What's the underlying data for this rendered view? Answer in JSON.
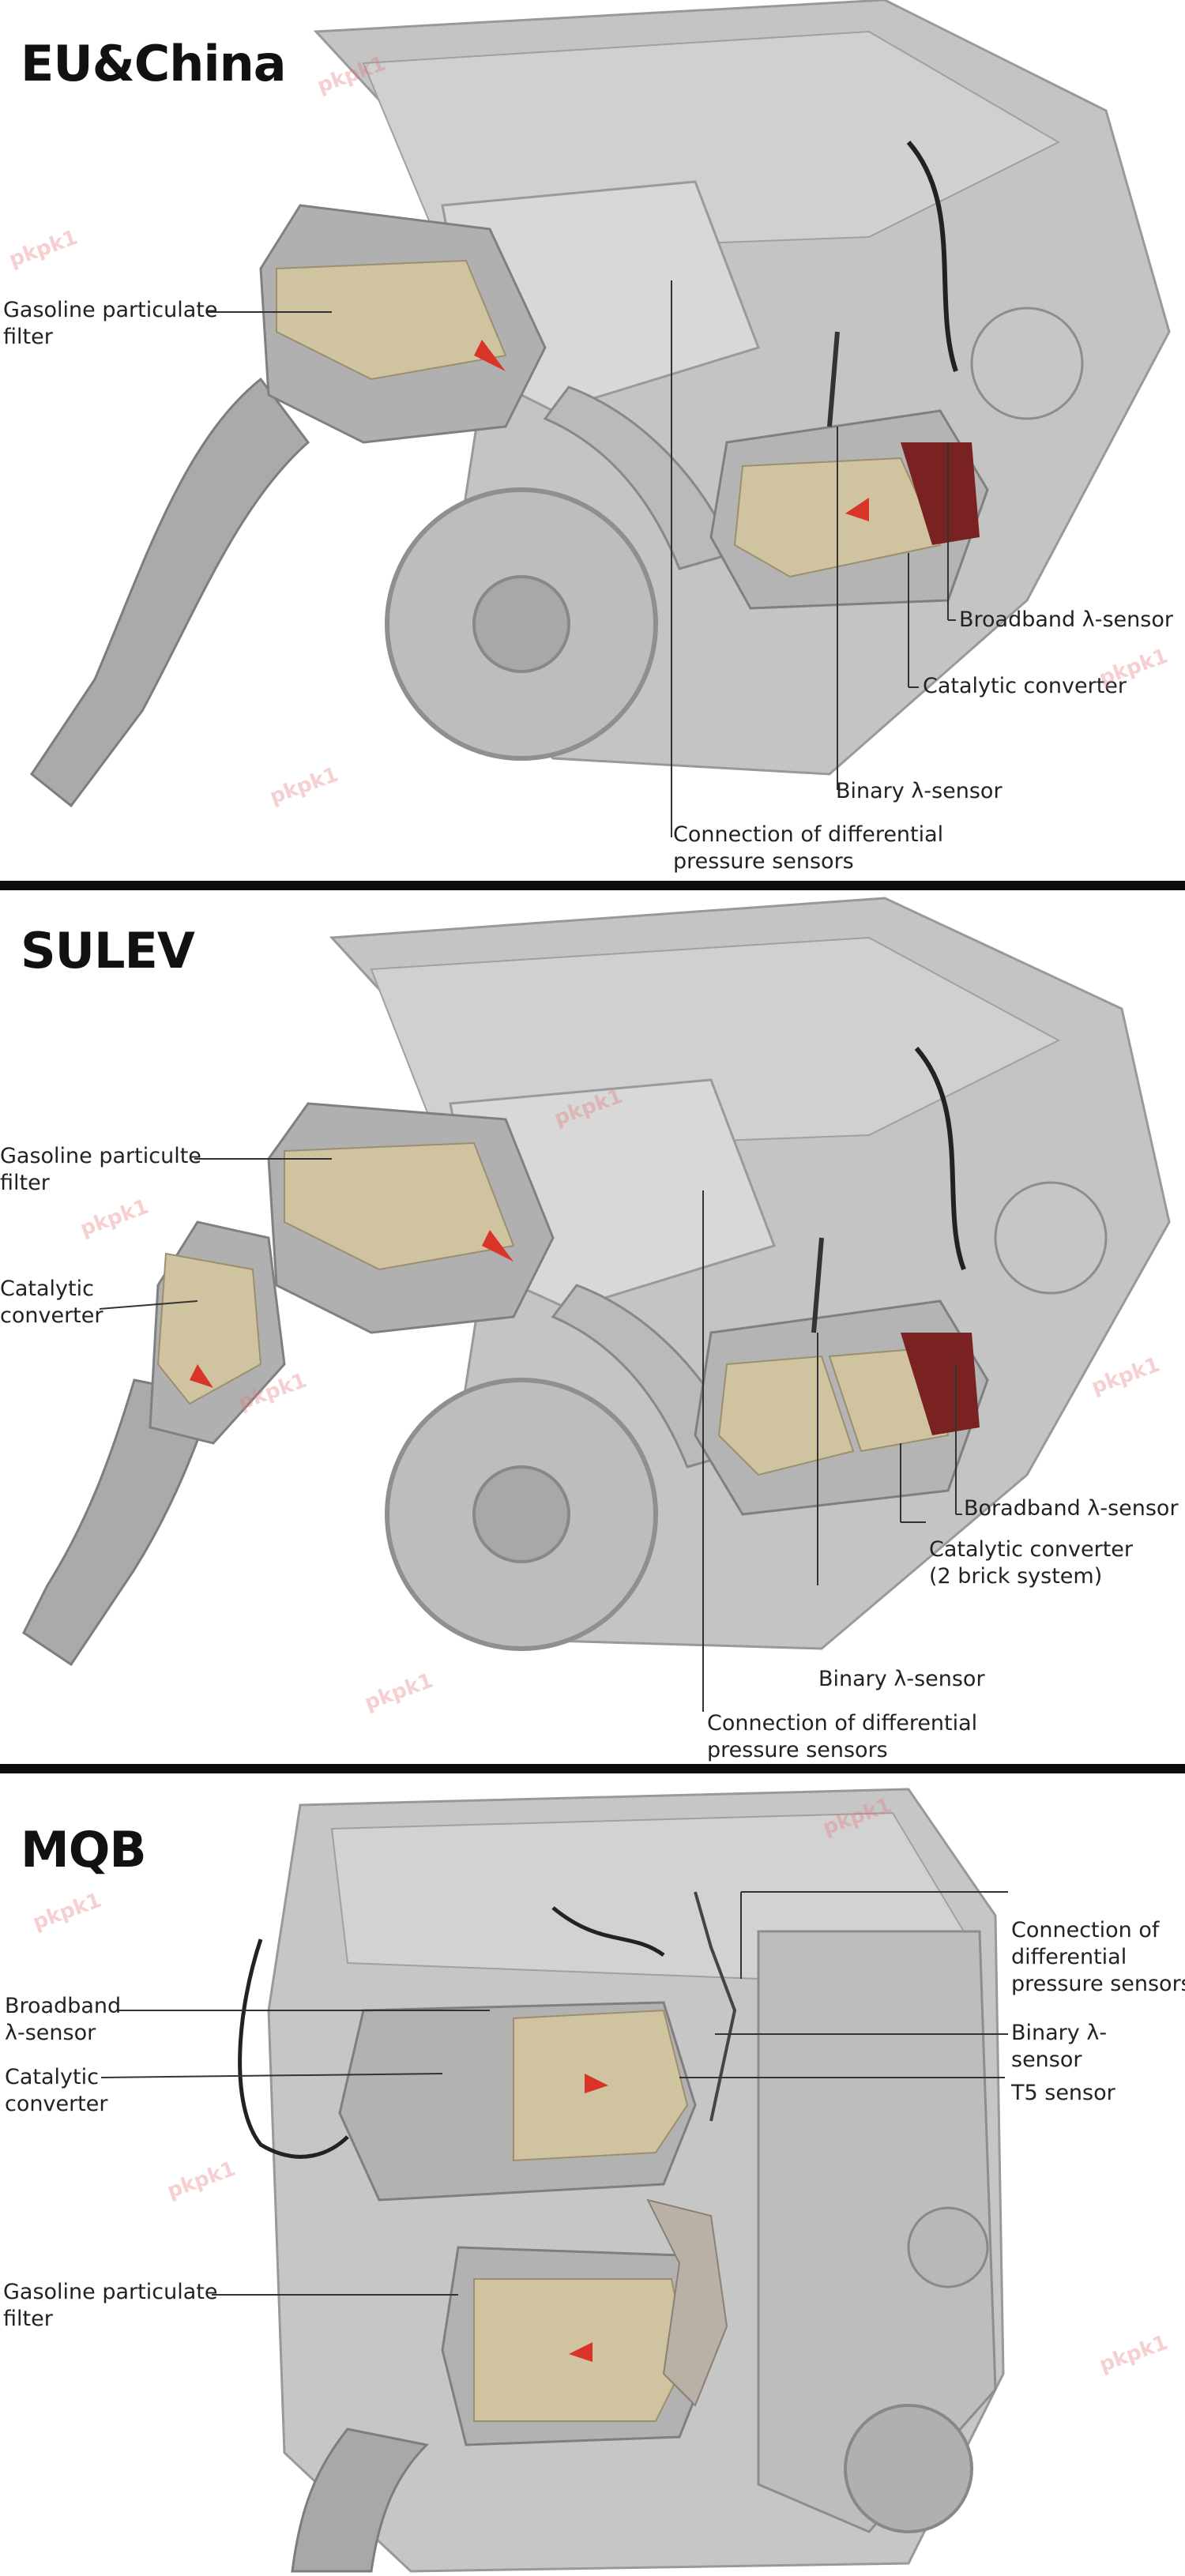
{
  "panels": [
    {
      "title": "EU&China",
      "labels": {
        "gpf": [
          "Gasoline particulate",
          "filter"
        ],
        "broadband": [
          "Broadband λ-sensor"
        ],
        "catalytic": [
          "Catalytic converter"
        ],
        "binary": [
          "Binary λ-sensor"
        ],
        "diffpress": [
          "Connection of differential",
          "pressure sensors"
        ]
      }
    },
    {
      "title": "SULEV",
      "labels": {
        "gpf": [
          "Gasoline particulte",
          "filter"
        ],
        "catalytic_left": [
          "Catalytic",
          "converter"
        ],
        "broadband": [
          "Boradband λ-sensor"
        ],
        "catalytic": [
          "Catalytic converter",
          "(2 brick system)"
        ],
        "binary": [
          "Binary λ-sensor"
        ],
        "diffpress": [
          "Connection of differential",
          "pressure sensors"
        ]
      }
    },
    {
      "title": "MQB",
      "labels": {
        "broadband": [
          "Broadband",
          "λ-sensor"
        ],
        "catalytic": [
          "Catalytic",
          "converter"
        ],
        "gpf": [
          "Gasoline particulate",
          "filter"
        ],
        "diffpress": [
          "Connection of",
          "differential",
          "pressure sensors"
        ],
        "binary": [
          "Binary λ-",
          "sensor"
        ],
        "t5": [
          "T5 sensor"
        ]
      }
    }
  ],
  "watermark": "pkpk1",
  "colors": {
    "engine": "#b8b8b8",
    "brick": "#cfc3a0",
    "arrow": "#d8342a",
    "divider": "#0d0d0d"
  }
}
